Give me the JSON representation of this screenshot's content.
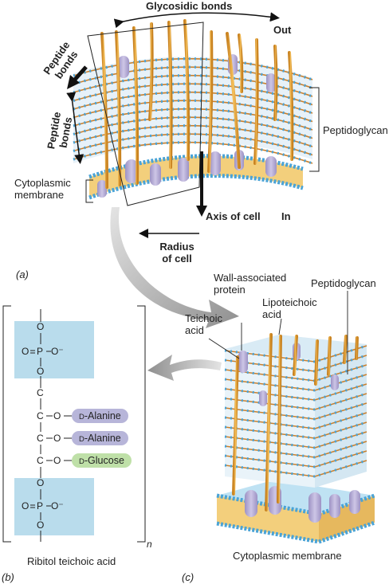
{
  "panel_a": {
    "letter": "(a)",
    "glycosidic_bonds": "Glycosidic bonds",
    "out": "Out",
    "peptide_bonds_1_line1": "Peptide",
    "peptide_bonds_1_line2": "bonds",
    "peptide_bonds_2_line1": "Peptide",
    "peptide_bonds_2_line2": "bonds",
    "peptidoglycan": "Peptidoglycan",
    "cytoplasmic_membrane_line1": "Cytoplasmic",
    "cytoplasmic_membrane_line2": "membrane",
    "axis_of_cell": "Axis of cell",
    "in": "In",
    "radius_line1": "Radius",
    "radius_line2": "of cell"
  },
  "panel_b": {
    "letter": "(b)",
    "caption": "Ribitol teichoic acid",
    "subscript": "n",
    "atoms": {
      "O": "O",
      "P": "P",
      "O_minus": "O⁻",
      "C": "C"
    },
    "substituents": [
      {
        "prefix": "D",
        "name": "-Alanine"
      },
      {
        "prefix": "D",
        "name": "-Alanine"
      },
      {
        "prefix": "D",
        "name": "-Glucose"
      }
    ]
  },
  "panel_c": {
    "letter": "(c)",
    "teichoic_acid_line1": "Teichoic",
    "teichoic_acid_line2": "acid",
    "wall_protein_line1": "Wall-associated",
    "wall_protein_line2": "protein",
    "lipoteichoic_line1": "Lipoteichoic",
    "lipoteichoic_line2": "acid",
    "peptidoglycan": "Peptidoglycan",
    "cytoplasmic_membrane": "Cytoplasmic membrane"
  },
  "colors": {
    "phosphate_box": "#b9dcec",
    "alanine_pill": "#b7b5d9",
    "glucose_pill": "#bfe0a8",
    "strand": "#e8a93c",
    "bead": "#4aa3d6",
    "protein": "#b3a8d3",
    "membrane": "#f3cf7c",
    "arrow_grey": "#9e9e9e"
  }
}
